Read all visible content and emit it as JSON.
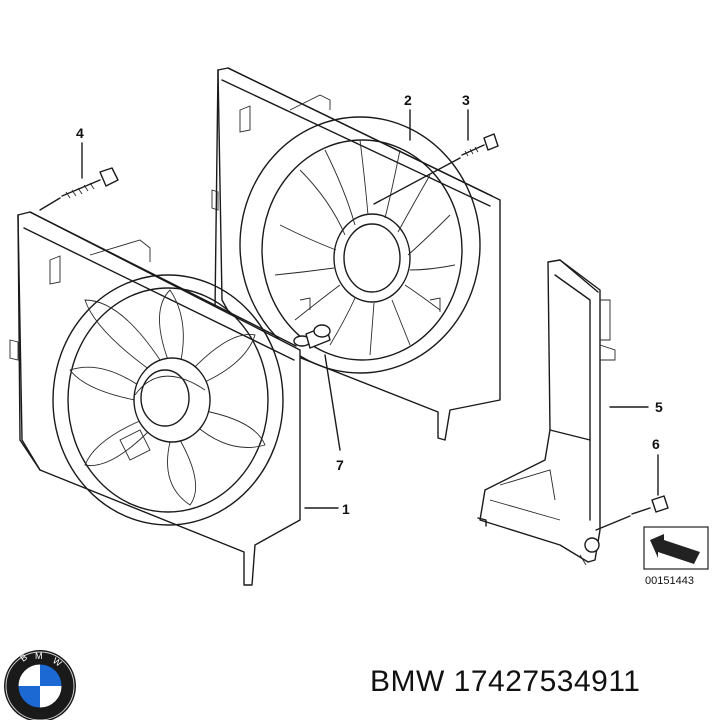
{
  "diagram": {
    "callouts": [
      {
        "id": "1",
        "label": "1"
      },
      {
        "id": "2",
        "label": "2"
      },
      {
        "id": "3",
        "label": "3"
      },
      {
        "id": "4",
        "label": "4"
      },
      {
        "id": "5",
        "label": "5"
      },
      {
        "id": "6",
        "label": "6"
      },
      {
        "id": "7",
        "label": "7"
      }
    ],
    "reference_number": "00151443"
  },
  "footer": {
    "brand": "BMW",
    "part_number": "17427534911"
  },
  "colors": {
    "line": "#1a1a1a",
    "background": "#ffffff",
    "logo_blue": "#1c69d4"
  },
  "icons": {
    "logo": "bmw-logo-icon",
    "arrow": "direction-arrow-icon"
  }
}
